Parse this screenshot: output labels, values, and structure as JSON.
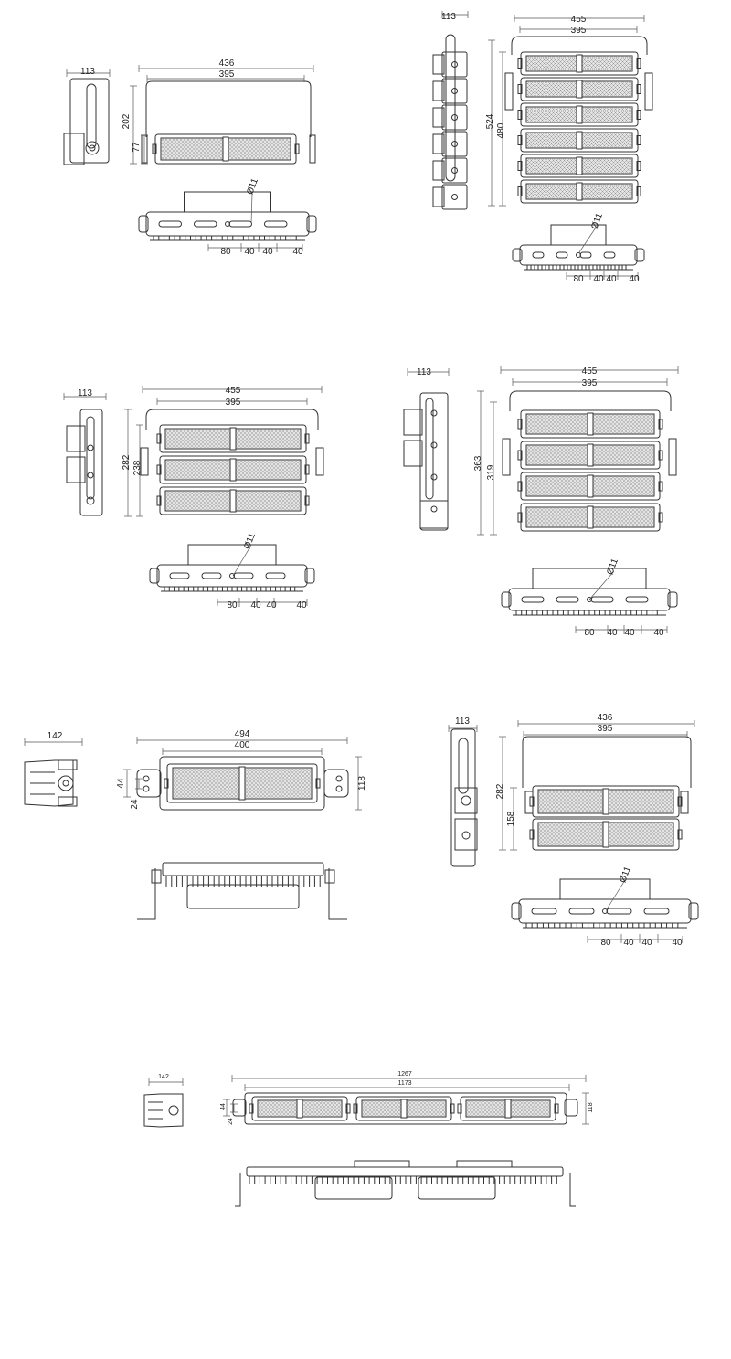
{
  "colors": {
    "line": "#333333",
    "dim": "#555555",
    "module_fill": "#e4e4e4",
    "hatch": "#9a9a9a"
  },
  "drawings": {
    "d1": {
      "side_width": "113",
      "front_outer": "436",
      "front_inner": "395",
      "height_total": "202",
      "height_module": "77",
      "bottom": [
        "80",
        "40",
        "40",
        "40"
      ],
      "hole": "Ø11"
    },
    "d2": {
      "side_width": "113",
      "front_outer": "455",
      "front_inner": "395",
      "height_total": "524",
      "height_module": "480",
      "bottom": [
        "80",
        "40",
        "40",
        "40"
      ],
      "hole": "Ø11"
    },
    "d3": {
      "side_width": "113",
      "front_outer": "455",
      "front_inner": "395",
      "height_total": "282",
      "height_module": "238",
      "bottom": [
        "80",
        "40",
        "40",
        "40"
      ],
      "hole": "Ø11"
    },
    "d4": {
      "side_width": "113",
      "front_outer": "455",
      "front_inner": "395",
      "height_total": "363",
      "height_module": "319",
      "bottom": [
        "80",
        "40",
        "40",
        "40"
      ],
      "hole": "Ø11"
    },
    "d5": {
      "side_width": "142",
      "front_outer": "494",
      "front_inner": "400",
      "height_right": "118",
      "height_a": "44",
      "height_b": "24"
    },
    "d6": {
      "side_width": "113",
      "front_outer": "436",
      "front_inner": "395",
      "height_total": "282",
      "height_module": "158",
      "bottom": [
        "80",
        "40",
        "40",
        "40"
      ],
      "hole": "Ø11"
    },
    "d7": {
      "side_width": "142",
      "front_outer": "1267",
      "front_inner": "1173",
      "height_right": "118",
      "height_a": "44",
      "height_b": "24"
    }
  }
}
